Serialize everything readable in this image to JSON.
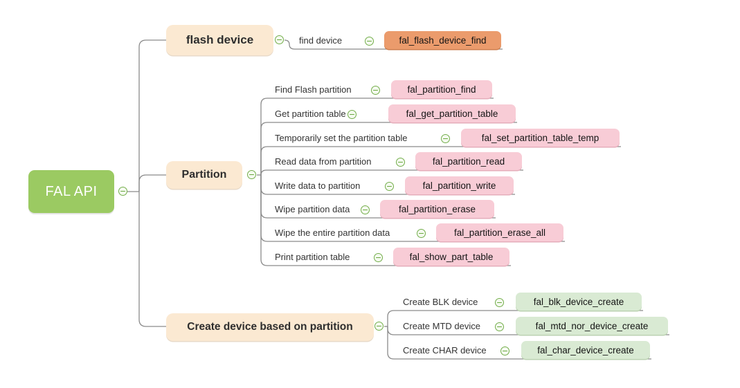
{
  "root": {
    "label": "FAL API"
  },
  "branches": [
    {
      "label": "flash device",
      "children": [
        {
          "label": "find device",
          "api": "fal_flash_device_find"
        }
      ]
    },
    {
      "label": "Partition",
      "children": [
        {
          "label": "Find Flash partition",
          "api": "fal_partition_find"
        },
        {
          "label": "Get partition table",
          "api": "fal_get_partition_table"
        },
        {
          "label": "Temporarily set the partition table",
          "api": "fal_set_partition_table_temp"
        },
        {
          "label": "Read data from partition",
          "api": "fal_partition_read"
        },
        {
          "label": "Write data to partition",
          "api": "fal_partition_write"
        },
        {
          "label": "Wipe partition data",
          "api": "fal_partition_erase"
        },
        {
          "label": "Wipe the entire partition data",
          "api": "fal_partition_erase_all"
        },
        {
          "label": "Print partition table",
          "api": "fal_show_part_table"
        }
      ]
    },
    {
      "label": "Create device based on partition",
      "children": [
        {
          "label": "Create BLK device",
          "api": "fal_blk_device_create"
        },
        {
          "label": "Create MTD device",
          "api": "fal_mtd_nor_device_create"
        },
        {
          "label": "Create CHAR device",
          "api": "fal_char_device_create"
        }
      ]
    }
  ],
  "colors": {
    "root_green": "#9BCA62",
    "branch_peach": "#FBE9D2",
    "api_orange": "#EB9B6C",
    "api_pink": "#F8CCD6",
    "api_green": "#D9EAD3",
    "connector_gray": "#8a8a8a",
    "collapse_green": "#72ad49"
  }
}
